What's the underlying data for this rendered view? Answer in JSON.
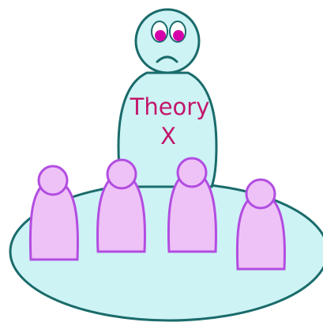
{
  "diagram": {
    "label_line1": "Theory",
    "label_line2": "X",
    "leader": {
      "expression": "unhappy",
      "fill_color": "#cdf3f5",
      "outline_color": "#1b6b6b",
      "eye_color": "#d400aa",
      "text_color": "#c2176b"
    },
    "platform": {
      "fill_color": "#cdf3f5",
      "outline_color": "#1b6b6b"
    },
    "workers": {
      "count": 4,
      "fill_color": "#efc2f7",
      "outline_color": "#b24de0"
    }
  }
}
